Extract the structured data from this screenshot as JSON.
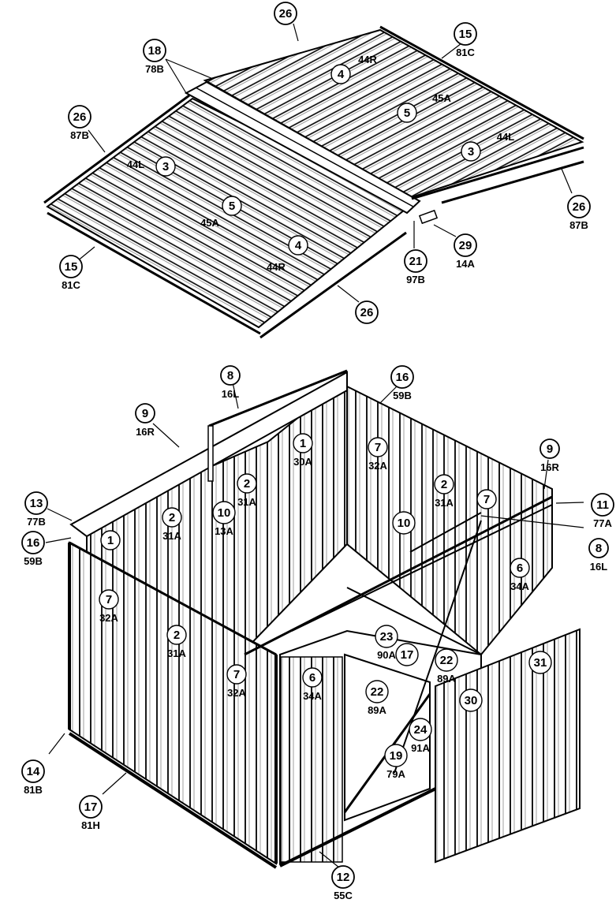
{
  "roof_labels": [
    {
      "id": "r26a",
      "num": "26",
      "code": ""
    },
    {
      "id": "r15a",
      "num": "15",
      "code": "81C"
    },
    {
      "id": "r18",
      "num": "18",
      "code": "78B"
    },
    {
      "id": "r26b",
      "num": "26",
      "code": "87B"
    },
    {
      "id": "r26c",
      "num": "26",
      "code": "87B"
    },
    {
      "id": "r29",
      "num": "29",
      "code": "14A"
    },
    {
      "id": "r21",
      "num": "21",
      "code": "97B"
    },
    {
      "id": "r15b",
      "num": "15",
      "code": "81C"
    },
    {
      "id": "r26d",
      "num": "26",
      "code": ""
    }
  ],
  "roof_panel_labels": [
    {
      "id": "p4a",
      "num": "4",
      "code": "44R"
    },
    {
      "id": "p5a",
      "num": "5",
      "code": "45A"
    },
    {
      "id": "p3a",
      "num": "3",
      "code": "44L"
    },
    {
      "id": "p3b",
      "num": "3",
      "code": "44L"
    },
    {
      "id": "p5b",
      "num": "5",
      "code": "45A"
    },
    {
      "id": "p4b",
      "num": "4",
      "code": "44R"
    }
  ],
  "wall_labels": [
    {
      "id": "w8a",
      "num": "8",
      "code": "16L"
    },
    {
      "id": "w16a",
      "num": "16",
      "code": "59B"
    },
    {
      "id": "w9a",
      "num": "9",
      "code": "16R"
    },
    {
      "id": "w9b",
      "num": "9",
      "code": "16R"
    },
    {
      "id": "w13",
      "num": "13",
      "code": "77B"
    },
    {
      "id": "w11",
      "num": "11",
      "code": "77A"
    },
    {
      "id": "w16b",
      "num": "16",
      "code": "59B"
    },
    {
      "id": "w8b",
      "num": "8",
      "code": "16L"
    },
    {
      "id": "w14",
      "num": "14",
      "code": "81B"
    },
    {
      "id": "w17a",
      "num": "17",
      "code": "81H"
    },
    {
      "id": "w12",
      "num": "12",
      "code": "55C"
    }
  ],
  "wall_panel_labels": [
    {
      "id": "wp1a",
      "num": "1",
      "code": "30A"
    },
    {
      "id": "wp7a",
      "num": "7",
      "code": "32A"
    },
    {
      "id": "wp2a",
      "num": "2",
      "code": "31A"
    },
    {
      "id": "wp10a",
      "num": "10",
      "code": "13A"
    },
    {
      "id": "wp2b",
      "num": "2",
      "code": "31A"
    },
    {
      "id": "wp2c",
      "num": "2",
      "code": "31A"
    },
    {
      "id": "wp7b",
      "num": "7",
      "code": ""
    },
    {
      "id": "wp1b",
      "num": "1",
      "code": ""
    },
    {
      "id": "wp7c",
      "num": "7",
      "code": "32A"
    },
    {
      "id": "wp2d",
      "num": "2",
      "code": "31A"
    },
    {
      "id": "wp7d",
      "num": "7",
      "code": "32A"
    },
    {
      "id": "wp6a",
      "num": "6",
      "code": "34A"
    },
    {
      "id": "wp6b",
      "num": "6",
      "code": "34A"
    },
    {
      "id": "wp10b",
      "num": "10",
      "code": ""
    },
    {
      "id": "wp23",
      "num": "23",
      "code": "90A"
    },
    {
      "id": "wp17",
      "num": "17",
      "code": ""
    },
    {
      "id": "wp22a",
      "num": "22",
      "code": "89A"
    },
    {
      "id": "wp22b",
      "num": "22",
      "code": "89A"
    },
    {
      "id": "wp24",
      "num": "24",
      "code": "91A"
    },
    {
      "id": "wp19",
      "num": "19",
      "code": "79A"
    },
    {
      "id": "wp30",
      "num": "30",
      "code": ""
    },
    {
      "id": "wp31",
      "num": "31",
      "code": ""
    }
  ]
}
